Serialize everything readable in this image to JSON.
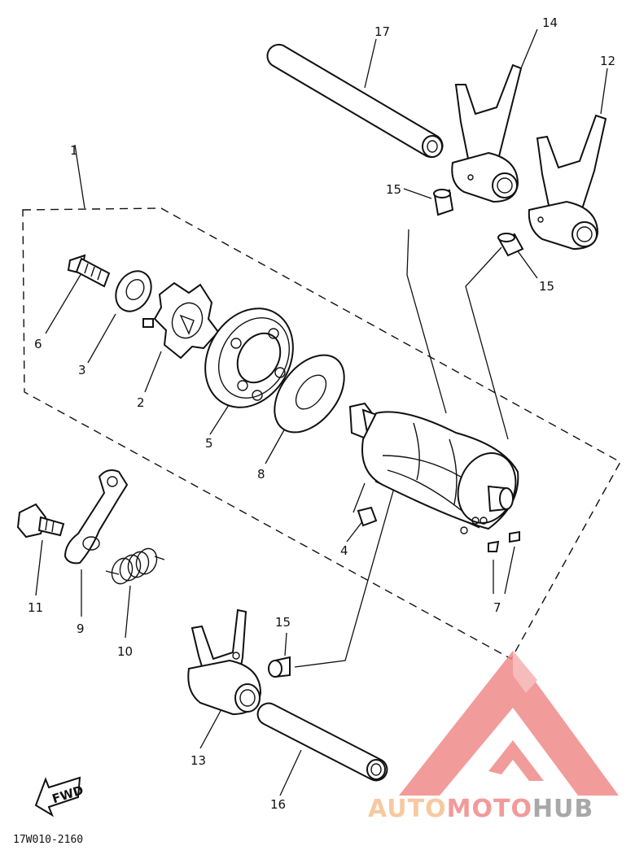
{
  "diagram": {
    "part_labels": {
      "p1": "1",
      "p2": "2",
      "p3": "3",
      "p4": "4",
      "p5": "5",
      "p6": "6",
      "p7": "7",
      "p8": "8",
      "p9": "9",
      "p10": "10",
      "p11": "11",
      "p12": "12",
      "p13": "13",
      "p14": "14",
      "p15a": "15",
      "p15b": "15",
      "p15c": "15",
      "p16": "16",
      "p17": "17"
    },
    "fwd_label": "FWD",
    "figure_code": "17W010-2160"
  },
  "watermark": {
    "brand_part1": "AUTO",
    "brand_part2": "MOTO",
    "brand_part3": "HUB",
    "colors": {
      "logo_red": "#f08a8a",
      "text_orange": "#f7c9a0",
      "text_red": "#f29a9a",
      "text_gray": "#a8a8a8"
    }
  }
}
